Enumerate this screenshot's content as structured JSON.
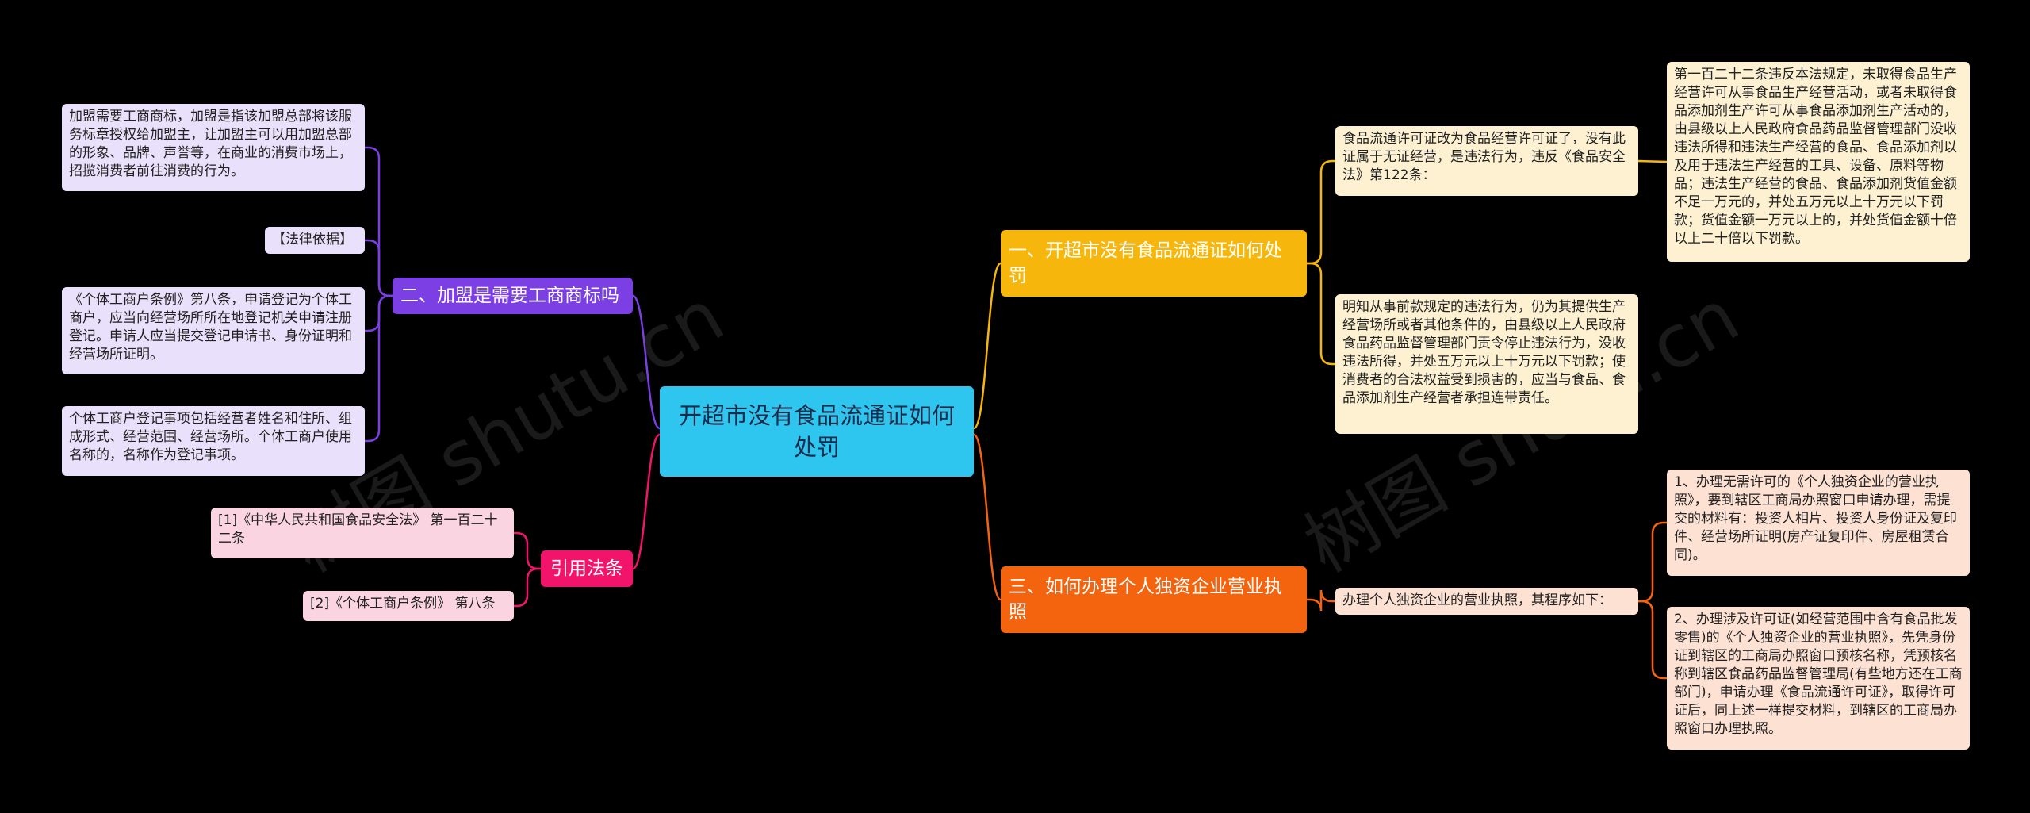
{
  "root": {
    "label": "开超市没有食品流通证如何处罚"
  },
  "branches": {
    "q1": {
      "label": "一、开超市没有食品流通证如何处罚"
    },
    "q2": {
      "label": "二、加盟是需要工商商标吗"
    },
    "q3": {
      "label": "三、如何办理个人独资企业营业执照"
    },
    "refs": {
      "label": "引用法条"
    }
  },
  "leaves": {
    "q1_a": "食品流通许可证改为食品经营许可证了，没有此证属于无证经营，是违法行为，违反《食品安全法》第122条：",
    "q1_a_detail": "第一百二十二条违反本法规定，未取得食品生产经营许可从事食品生产经营活动，或者未取得食品添加剂生产许可从事食品添加剂生产活动的，由县级以上人民政府食品药品监督管理部门没收违法所得和违法生产经营的食品、食品添加剂以及用于违法生产经营的工具、设备、原料等物品；违法生产经营的食品、食品添加剂货值金额不足一万元的，并处五万元以上十万元以下罚款；货值金额一万元以上的，并处货值金额十倍以上二十倍以下罚款。",
    "q1_b": "明知从事前款规定的违法行为，仍为其提供生产经营场所或者其他条件的，由县级以上人民政府食品药品监督管理部门责令停止违法行为，没收违法所得，并处五万元以上十万元以下罚款；使消费者的合法权益受到损害的，应当与食品、食品添加剂生产经营者承担连带责任。",
    "q2_a": "加盟需要工商商标，加盟是指该加盟总部将该服务标章授权给加盟主，让加盟主可以用加盟总部的形象、品牌、声誉等，在商业的消费市场上，招揽消费者前往消费的行为。",
    "q2_b": "【法律依据】",
    "q2_c": "《个体工商户条例》第八条，申请登记为个体工商户，应当向经营场所所在地登记机关申请注册登记。申请人应当提交登记申请书、身份证明和经营场所证明。",
    "q2_d": "个体工商户登记事项包括经营者姓名和住所、组成形式、经营范围、经营场所。个体工商户使用名称的，名称作为登记事项。",
    "q3_a": "办理个人独资企业的营业执照，其程序如下：",
    "q3_a1": "1、办理无需许可的《个人独资企业的营业执照》，要到辖区工商局办照窗口申请办理，需提交的材料有：投资人相片、投资人身份证及复印件、经营场所证明(房产证复印件、房屋租赁合同)。",
    "q3_a2": "2、办理涉及许可证(如经营范围中含有食品批发零售)的《个人独资企业的营业执照》，先凭身份证到辖区的工商局办照窗口预核名称，凭预核名称到辖区食品药品监督管理局(有些地方还在工商部门)，申请办理《食品流通许可证》，取得许可证后，同上述一样提交材料，到辖区的工商局办照窗口办理执照。",
    "ref1": "[1]《中华人民共和国食品安全法》 第一百二十二条",
    "ref2": "[2]《个体工商户条例》 第八条"
  },
  "watermark": {
    "text": "树图 shutu.cn"
  },
  "colors": {
    "background": "#000000",
    "root": "#2ec6ef",
    "purple": "#7b3fe4",
    "pink": "#f2146b",
    "yellow": "#f6b60b",
    "orange": "#f4630d"
  }
}
